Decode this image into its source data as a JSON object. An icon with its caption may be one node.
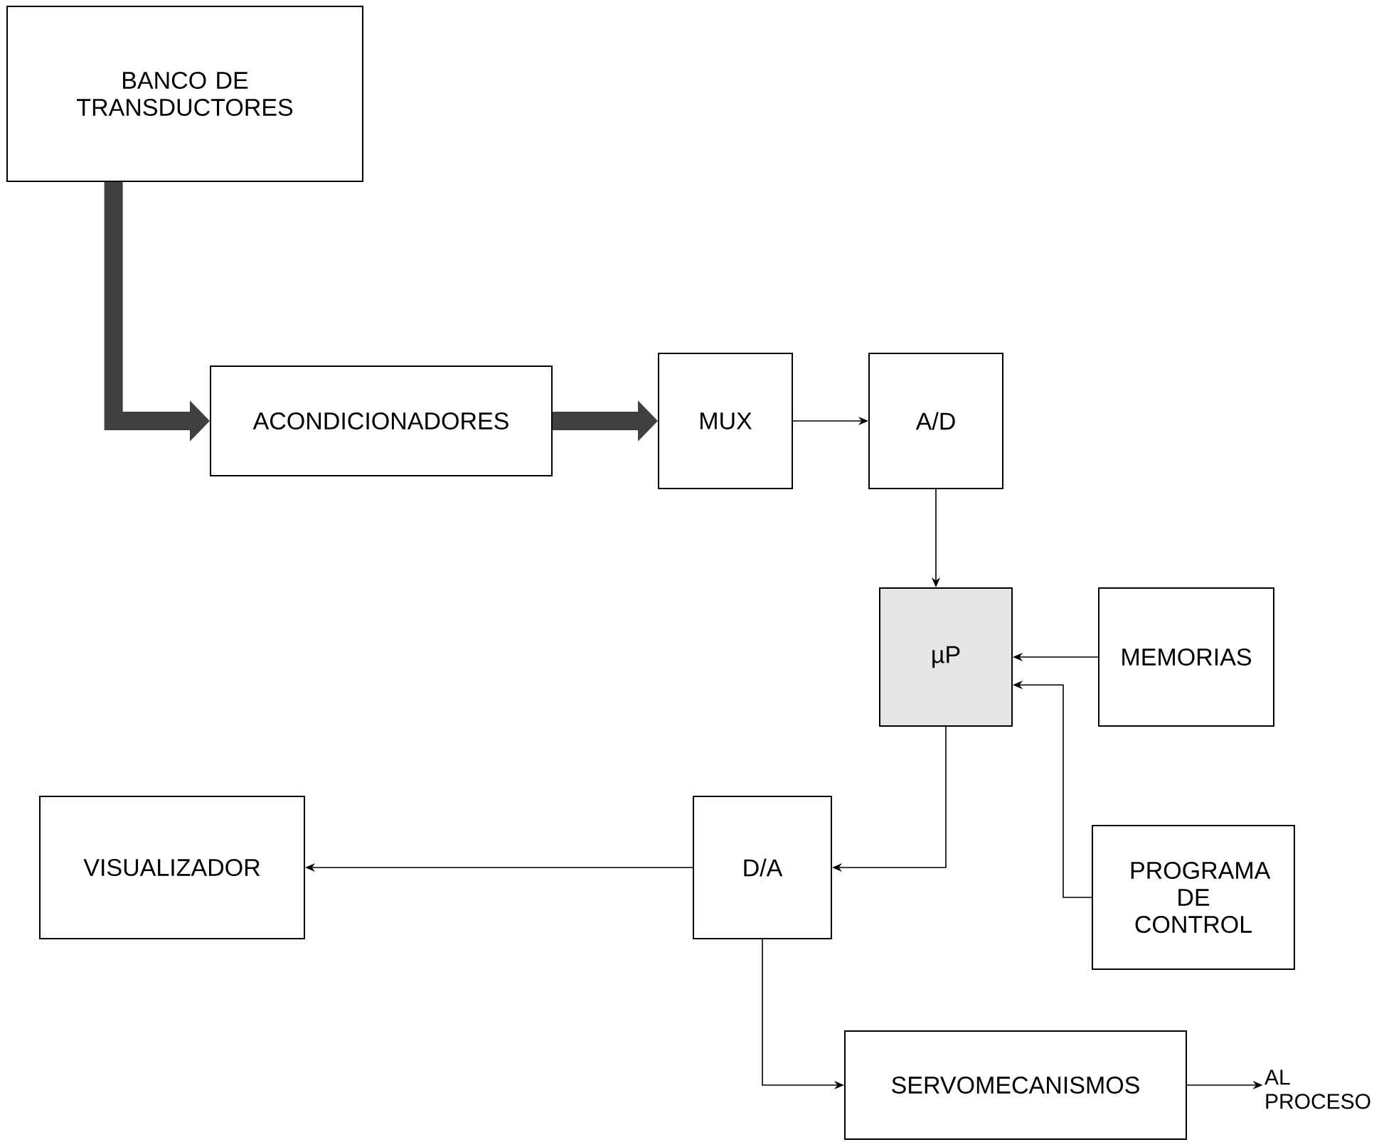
{
  "diagram": {
    "nodes": [
      {
        "text": [
          "BANCO DE TRANSDUCTORES"
        ]
      },
      {
        "text": [
          "ACONDICIONADORES"
        ]
      },
      {
        "text": [
          "MUX"
        ]
      },
      {
        "text": [
          "A/D"
        ]
      },
      {
        "text": [
          "µP"
        ]
      },
      {
        "text": [
          "MEMORIAS"
        ]
      },
      {
        "text": [
          "PROGRAMA DE CONTROL"
        ]
      },
      {
        "text": [
          "VISUALIZADOR"
        ]
      },
      {
        "text": [
          "D/A"
        ]
      },
      {
        "text": [
          "SERVOMECANISMOS"
        ]
      },
      {
        "text": [
          "AL PROCESO"
        ]
      }
    ],
    "edges": [
      {
        "from": 0,
        "to": 1,
        "arrow": "to",
        "style": "thick"
      },
      {
        "from": 1,
        "to": 2,
        "arrow": "to",
        "style": "thick"
      },
      {
        "from": 2,
        "to": 3,
        "arrow": "to"
      },
      {
        "from": 3,
        "to": 4,
        "arrow": "to"
      },
      {
        "from": 5,
        "to": 4,
        "arrow": "to"
      },
      {
        "from": 6,
        "to": 4,
        "arrow": "to"
      },
      {
        "from": 4,
        "to": 8,
        "arrow": "to"
      },
      {
        "from": 8,
        "to": 7,
        "arrow": "to"
      },
      {
        "from": 8,
        "to": 9,
        "arrow": "to"
      },
      {
        "from": 9,
        "to": 10,
        "arrow": "to"
      }
    ]
  }
}
